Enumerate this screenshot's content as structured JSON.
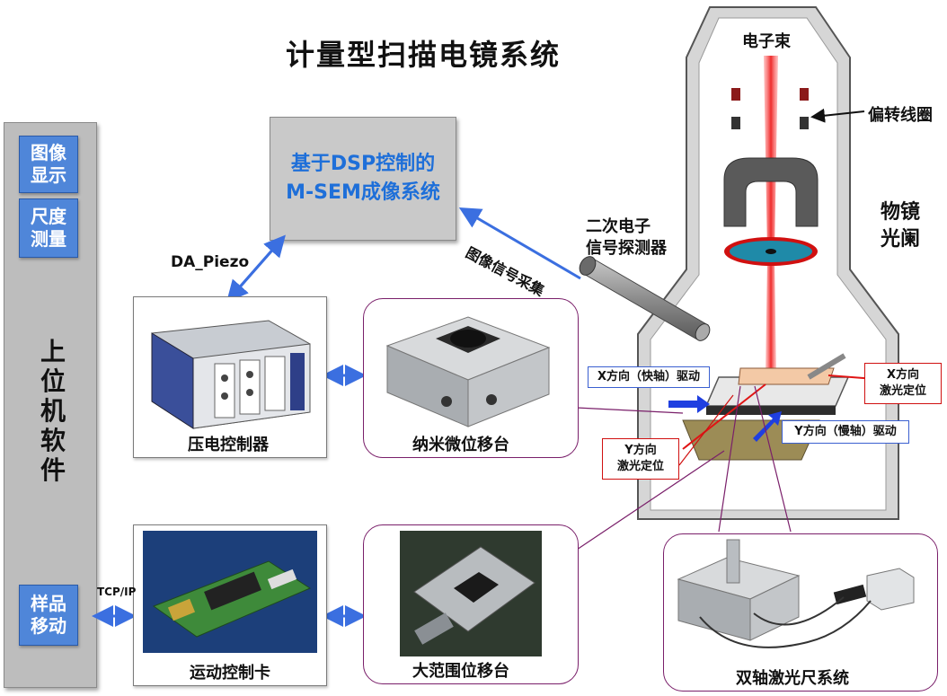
{
  "title": "计量型扫描电镜系统",
  "left_panel": {
    "image_display": "图像显示",
    "scale_measure": "尺度测量",
    "host_software": "上位机软件",
    "sample_move": "样品移动"
  },
  "dsp_box": {
    "line1": "基于DSP控制的",
    "line2": "M-SEM成像系统"
  },
  "labels": {
    "da_piezo": "DA_Piezo",
    "tcp_ip": "TCP/IP",
    "image_signal": "图像信号采集",
    "secondary_detector_1": "二次电子",
    "secondary_detector_2": "信号探测器",
    "electron_beam": "电子束",
    "deflection_coil": "偏转线圈",
    "aperture_1": "物镜",
    "aperture_2": "光阑",
    "x_drive": "X方向（快轴）驱动",
    "y_drive": "Y方向（慢轴）驱动",
    "x_laser_1": "X方向",
    "x_laser_2": "激光定位",
    "y_laser_1": "Y方向",
    "y_laser_2": "激光定位"
  },
  "captions": {
    "piezo_controller": "压电控制器",
    "nano_stage": "纳米微位移台",
    "motion_card": "运动控制卡",
    "large_stage": "大范围位移台",
    "laser_system": "双轴激光尺系统"
  },
  "colors": {
    "panel_gray": "#bdbdbd",
    "button_blue": "#4f86d9",
    "dsp_text_blue": "#1e6fd9",
    "arrow_blue": "#3b6fe0",
    "beam_red": "#ef3b3b",
    "callout_purple": "#7a1f6a"
  }
}
